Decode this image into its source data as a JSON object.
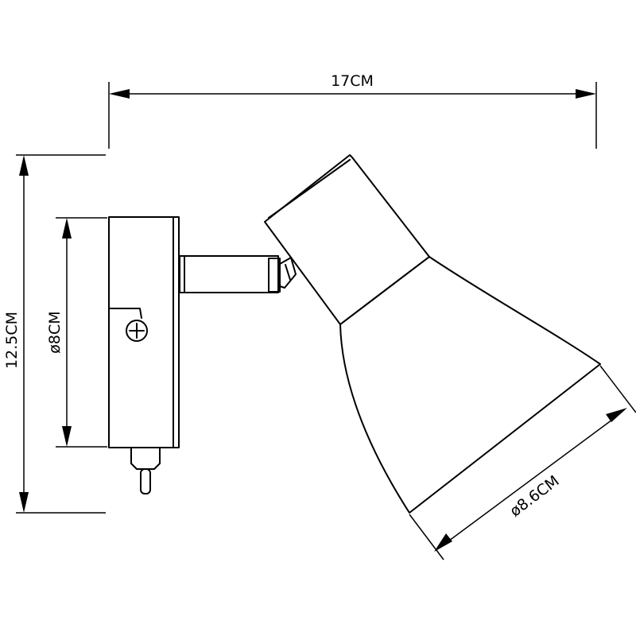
{
  "dimensions": {
    "width": "17CM",
    "height": "12.5CM",
    "base_diameter": "ø8CM",
    "shade_diameter": "ø8.6CM"
  },
  "colors": {
    "line": "#000000",
    "background": "#ffffff"
  }
}
